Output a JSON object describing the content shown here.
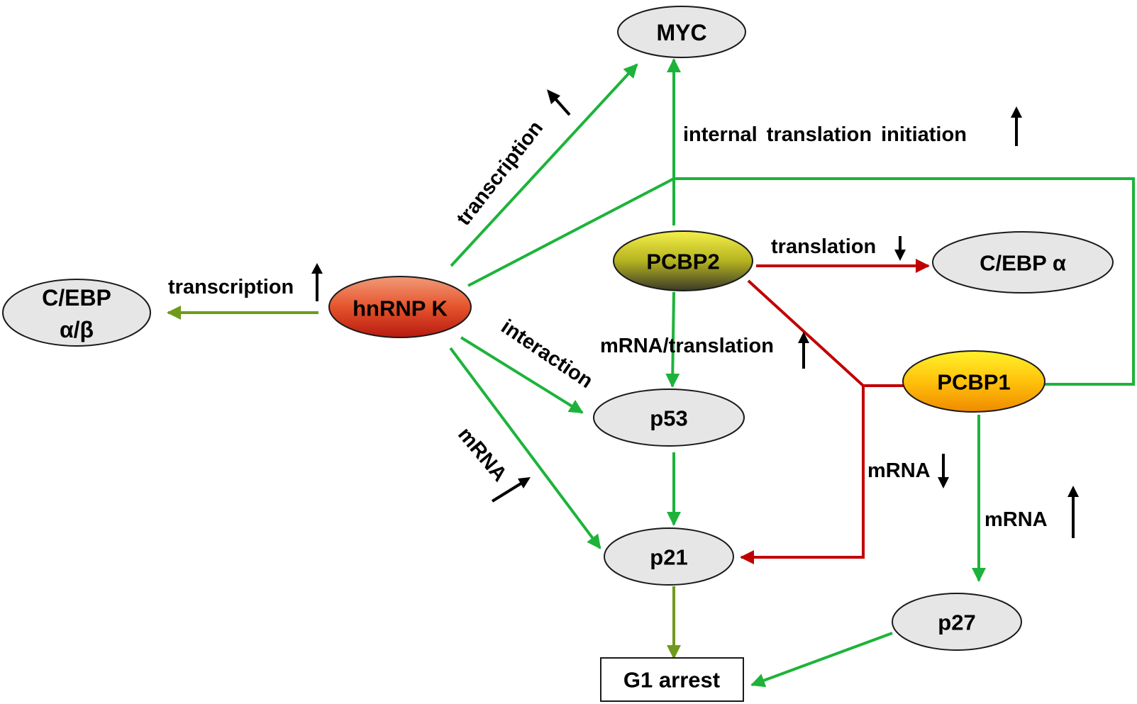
{
  "colors": {
    "green": "#1db33a",
    "olive": "#6f9a1c",
    "red": "#c00000",
    "node_fill": "#e6e6e6",
    "outline": "#1a1a1a",
    "indicator": "#000000"
  },
  "nodes": {
    "myc": "MYC",
    "cebp_ab_line1": "C/EBP",
    "cebp_ab_line2": "α/β",
    "hnrnpk": "hnRNP K",
    "pcbp2": "PCBP2",
    "cebp_a": "C/EBP α",
    "pcbp1": "PCBP1",
    "p53": "p53",
    "p21": "p21",
    "p27": "p27",
    "g1_arrest": "G1 arrest"
  },
  "edge_labels": {
    "hnrnpk_to_myc": "transcription",
    "hnrnpk_to_cebp_ab": "transcription",
    "pcbp_to_myc": "internal translation initiation",
    "pcbp2_to_cebp_a": "translation",
    "hnrnpk_to_p53": "interaction",
    "pcbp2_to_p53": "mRNA/translation",
    "hnrnpk_to_p21": "mRNA",
    "pcbp_to_p21": "mRNA",
    "pcbp1_to_p27": "mRNA"
  },
  "indicators": {
    "hnrnpk_to_myc": "up",
    "hnrnpk_to_cebp_ab": "up",
    "pcbp_to_myc": "up",
    "pcbp2_to_cebp_a": "down",
    "pcbp2_to_p53": "up",
    "hnrnpk_to_p21": "up",
    "pcbp_to_p21": "down",
    "pcbp1_to_p27": "up"
  }
}
